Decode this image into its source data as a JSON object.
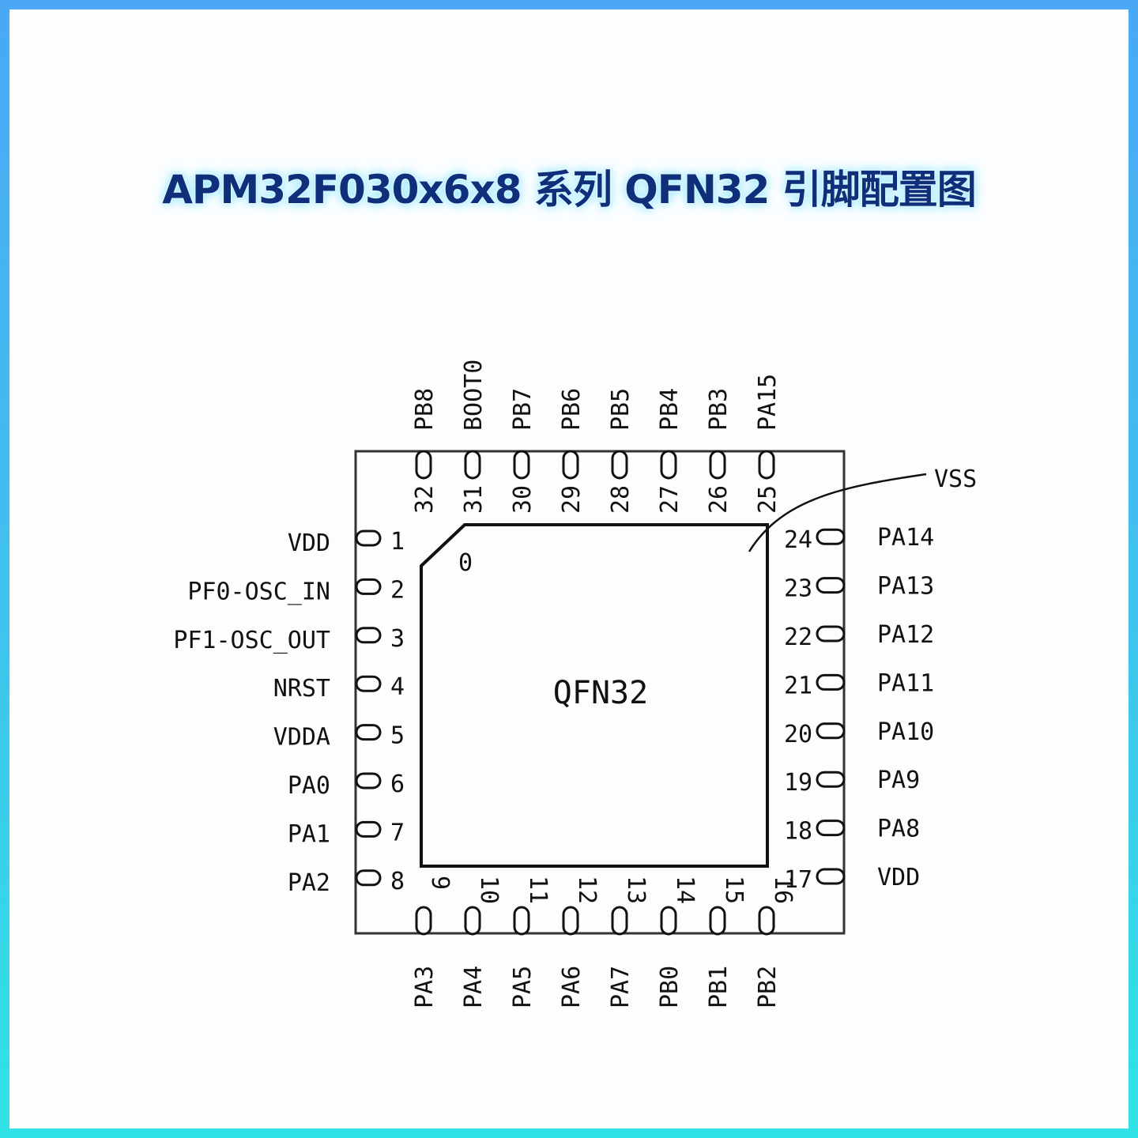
{
  "title": "APM32F030x6x8 系列 QFN32 引脚配置图",
  "package_label": "QFN32",
  "pin1_marker": "0",
  "exposed_pad_label": "VSS",
  "pins": {
    "left": [
      {
        "num": "1",
        "name": "VDD"
      },
      {
        "num": "2",
        "name": "PF0-OSC_IN"
      },
      {
        "num": "3",
        "name": "PF1-OSC_OUT"
      },
      {
        "num": "4",
        "name": "NRST"
      },
      {
        "num": "5",
        "name": "VDDA"
      },
      {
        "num": "6",
        "name": "PA0"
      },
      {
        "num": "7",
        "name": "PA1"
      },
      {
        "num": "8",
        "name": "PA2"
      }
    ],
    "bottom": [
      {
        "num": "9",
        "name": "PA3"
      },
      {
        "num": "10",
        "name": "PA4"
      },
      {
        "num": "11",
        "name": "PA5"
      },
      {
        "num": "12",
        "name": "PA6"
      },
      {
        "num": "13",
        "name": "PA7"
      },
      {
        "num": "14",
        "name": "PB0"
      },
      {
        "num": "15",
        "name": "PB1"
      },
      {
        "num": "16",
        "name": "PB2"
      }
    ],
    "right": [
      {
        "num": "17",
        "name": "VDD"
      },
      {
        "num": "18",
        "name": "PA8"
      },
      {
        "num": "19",
        "name": "PA9"
      },
      {
        "num": "20",
        "name": "PA10"
      },
      {
        "num": "21",
        "name": "PA11"
      },
      {
        "num": "22",
        "name": "PA12"
      },
      {
        "num": "23",
        "name": "PA13"
      },
      {
        "num": "24",
        "name": "PA14"
      }
    ],
    "top": [
      {
        "num": "25",
        "name": "PA15"
      },
      {
        "num": "26",
        "name": "PB3"
      },
      {
        "num": "27",
        "name": "PB4"
      },
      {
        "num": "28",
        "name": "PB5"
      },
      {
        "num": "29",
        "name": "PB6"
      },
      {
        "num": "30",
        "name": "PB7"
      },
      {
        "num": "31",
        "name": "BOOT0"
      },
      {
        "num": "32",
        "name": "PB8"
      }
    ]
  }
}
